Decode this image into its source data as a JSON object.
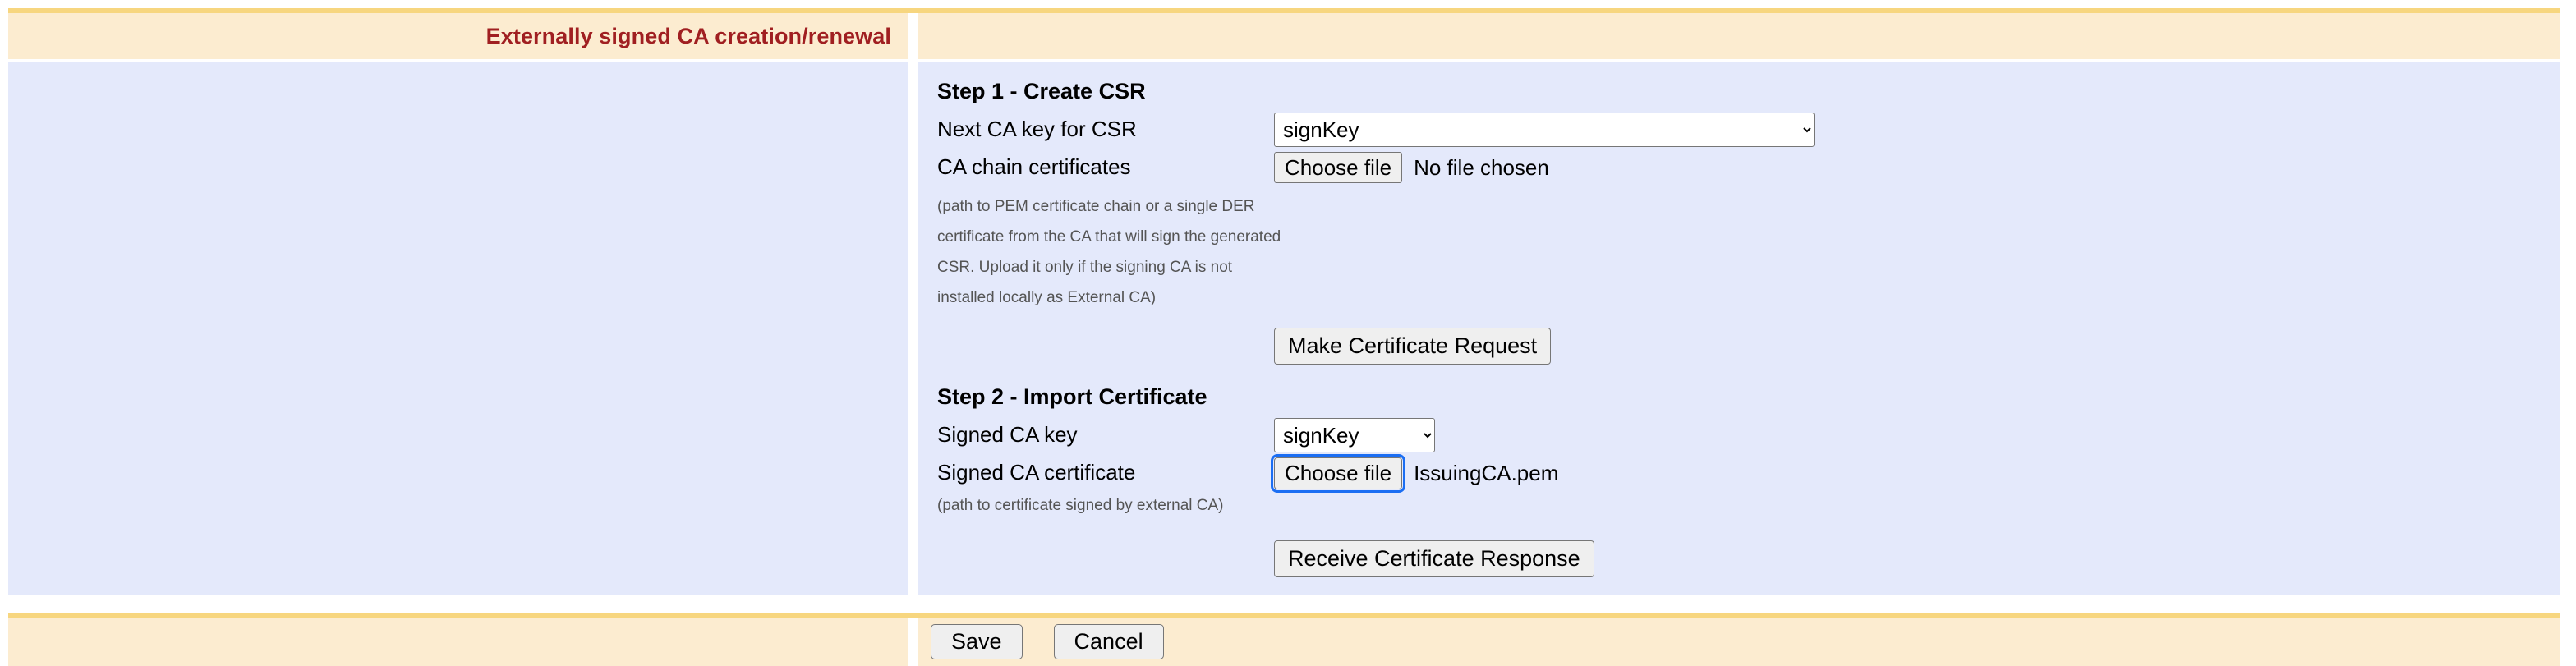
{
  "header": {
    "title": "Externally signed CA creation/renewal"
  },
  "step1": {
    "heading": "Step 1 - Create CSR",
    "next_ca_key_label": "Next CA key for CSR",
    "next_ca_key_value": "signKey",
    "next_ca_key_options": [
      "signKey"
    ],
    "ca_chain_label": "CA chain certificates",
    "ca_chain_button": "Choose file",
    "ca_chain_filename": "No file chosen",
    "help_text": "(path to PEM certificate chain or a single DER certificate from the CA that will sign the generated CSR. Upload it only if the signing CA is not installed locally as External CA)",
    "make_request_button": "Make Certificate Request"
  },
  "step2": {
    "heading": "Step 2 - Import Certificate",
    "signed_ca_key_label": "Signed CA key",
    "signed_ca_key_value": "signKey",
    "signed_ca_key_options": [
      "signKey"
    ],
    "signed_ca_cert_label": "Signed CA certificate",
    "signed_ca_cert_button": "Choose file",
    "signed_ca_cert_filename": "IssuingCA.pem",
    "help_text": "(path to certificate signed by external CA)",
    "receive_response_button": "Receive Certificate Response"
  },
  "footer": {
    "save_label": "Save",
    "cancel_label": "Cancel"
  },
  "colors": {
    "header_text": "#a01f21",
    "header_bg": "#fcecd0",
    "header_border": "#f7d67f",
    "content_bg": "#e4e9fb",
    "focus_ring": "#1b6ef3",
    "help_text": "#545454"
  }
}
